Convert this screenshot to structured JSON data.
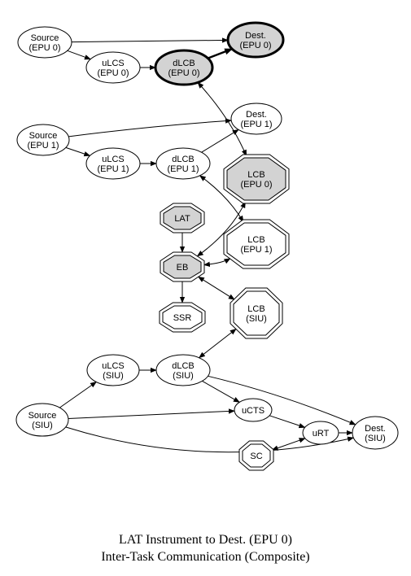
{
  "colors": {
    "node_fill": "#ffffff",
    "highlight_fill": "#d3d3d3",
    "stroke": "#000000"
  },
  "nodes": {
    "src0": {
      "lines": [
        "Source",
        "(EPU 0)"
      ],
      "shape": "ellipse"
    },
    "ulcs0": {
      "lines": [
        "uLCS",
        "(EPU 0)"
      ],
      "shape": "ellipse"
    },
    "dlcb0": {
      "lines": [
        "dLCB",
        "(EPU 0)"
      ],
      "shape": "ellipse",
      "highlight": true,
      "bold": true
    },
    "dest0": {
      "lines": [
        "Dest.",
        "(EPU 0)"
      ],
      "shape": "ellipse",
      "highlight": true,
      "bold": true
    },
    "src1": {
      "lines": [
        "Source",
        "(EPU 1)"
      ],
      "shape": "ellipse"
    },
    "ulcs1": {
      "lines": [
        "uLCS",
        "(EPU 1)"
      ],
      "shape": "ellipse"
    },
    "dlcb1": {
      "lines": [
        "dLCB",
        "(EPU 1)"
      ],
      "shape": "ellipse"
    },
    "dest1": {
      "lines": [
        "Dest.",
        "(EPU 1)"
      ],
      "shape": "ellipse"
    },
    "lcb0": {
      "lines": [
        "LCB",
        "(EPU 0)"
      ],
      "shape": "octagon",
      "highlight": true
    },
    "lat": {
      "lines": [
        "LAT"
      ],
      "shape": "octagon",
      "highlight": true
    },
    "lcb1": {
      "lines": [
        "LCB",
        "(EPU 1)"
      ],
      "shape": "octagon"
    },
    "eb": {
      "lines": [
        "EB"
      ],
      "shape": "octagon",
      "highlight": true
    },
    "ssr": {
      "lines": [
        "SSR"
      ],
      "shape": "octagon"
    },
    "lcbs": {
      "lines": [
        "LCB",
        "(SIU)"
      ],
      "shape": "octagon"
    },
    "ulcss": {
      "lines": [
        "uLCS",
        "(SIU)"
      ],
      "shape": "ellipse"
    },
    "dlcbs": {
      "lines": [
        "dLCB",
        "(SIU)"
      ],
      "shape": "ellipse"
    },
    "srcs": {
      "lines": [
        "Source",
        "(SIU)"
      ],
      "shape": "ellipse"
    },
    "ucts": {
      "lines": [
        "uCTS"
      ],
      "shape": "ellipse"
    },
    "urt": {
      "lines": [
        "uRT"
      ],
      "shape": "ellipse"
    },
    "dests": {
      "lines": [
        "Dest.",
        "(SIU)"
      ],
      "shape": "ellipse"
    },
    "sc": {
      "lines": [
        "SC"
      ],
      "shape": "octagon"
    }
  },
  "edges": [
    {
      "from": "src0",
      "to": "dest0"
    },
    {
      "from": "src0",
      "to": "ulcs0"
    },
    {
      "from": "ulcs0",
      "to": "dlcb0"
    },
    {
      "from": "dlcb0",
      "to": "dest0",
      "bold": true
    },
    {
      "from": "dlcb0",
      "to": "lcb0",
      "both": true
    },
    {
      "from": "src1",
      "to": "dest1"
    },
    {
      "from": "src1",
      "to": "ulcs1"
    },
    {
      "from": "ulcs1",
      "to": "dlcb1"
    },
    {
      "from": "dlcb1",
      "to": "dest1"
    },
    {
      "from": "dlcb1",
      "to": "lcb1",
      "both": true
    },
    {
      "from": "lat",
      "to": "eb"
    },
    {
      "from": "eb",
      "to": "lcb0",
      "both": true
    },
    {
      "from": "eb",
      "to": "lcb1",
      "both": true
    },
    {
      "from": "eb",
      "to": "ssr"
    },
    {
      "from": "eb",
      "to": "lcbs",
      "both": true
    },
    {
      "from": "dlcbs",
      "to": "lcbs",
      "both": true
    },
    {
      "from": "srcs",
      "to": "ulcss"
    },
    {
      "from": "ulcss",
      "to": "dlcbs"
    },
    {
      "from": "dlcbs",
      "to": "ucts"
    },
    {
      "from": "dlcbs",
      "to": "dests"
    },
    {
      "from": "srcs",
      "to": "ucts"
    },
    {
      "from": "srcs",
      "to": "dests"
    },
    {
      "from": "ucts",
      "to": "urt"
    },
    {
      "from": "urt",
      "to": "dests"
    },
    {
      "from": "sc",
      "to": "urt",
      "both": true
    }
  ],
  "caption": {
    "line1": "LAT Instrument to Dest. (EPU 0)",
    "line2": "Inter-Task Communication (Composite)"
  }
}
